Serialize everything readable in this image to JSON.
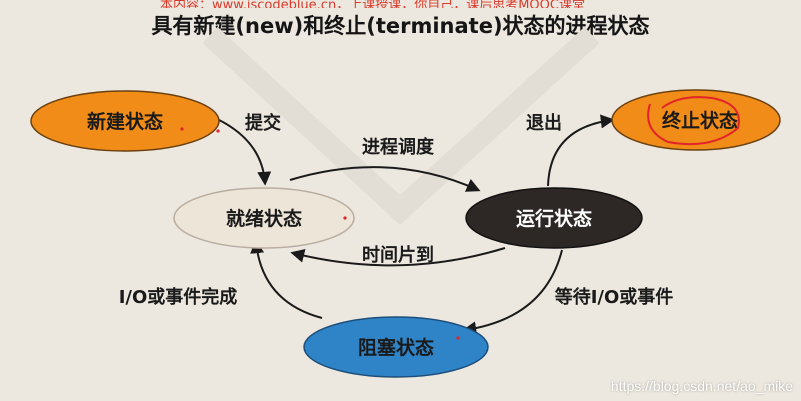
{
  "header": {
    "top_text": "本内容：www.iscodeblue.cn，上课授课，你自己，课后思考MOOC课堂",
    "title": "具有新建(new)和终止(terminate)状态的进程状态"
  },
  "states": {
    "new": "新建状态",
    "ready": "就绪状态",
    "running": "运行状态",
    "blocked": "阻塞状态",
    "terminated": "终止状态"
  },
  "transitions": {
    "submit": "提交",
    "dispatch": "进程调度",
    "exit": "退出",
    "timeout": "时间片到",
    "io_wait": "等待I/O或事件",
    "io_done": "I/O或事件完成"
  },
  "watermark": "https://blog.csdn.net/ao_mike",
  "colors": {
    "orange": "#f08c17",
    "ready_fill": "#ede5d7",
    "running_fill": "#2d2826",
    "blocked_fill": "#2f83c7",
    "annotation_red": "#e0242a"
  }
}
